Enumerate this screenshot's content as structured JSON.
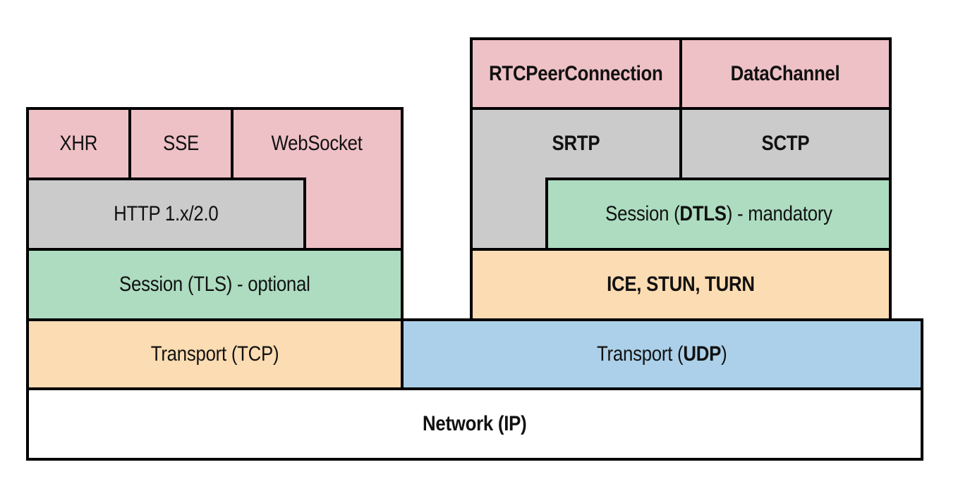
{
  "colors": {
    "pink": "#eec1c6",
    "gray": "#cbcbcb",
    "green": "#addcc0",
    "orange": "#fcdcb2",
    "blue": "#acd0e9",
    "white": "#ffffff",
    "border": "#000000"
  },
  "left_stack": {
    "xhr": "XHR",
    "sse": "SSE",
    "websocket": "WebSocket",
    "http": "HTTP 1.x/2.0",
    "tls": "Session (TLS) - optional",
    "tcp": "Transport (TCP)"
  },
  "right_stack": {
    "rtcpeerconnection": "RTCPeerConnection",
    "datachannel": "DataChannel",
    "srtp": "SRTP",
    "sctp": "SCTP",
    "dtls_prefix": "Session (",
    "dtls_bold": "DTLS",
    "dtls_suffix": ") - mandatory",
    "ice": "ICE, STUN, TURN"
  },
  "shared": {
    "udp_prefix": "Transport (",
    "udp_bold": "UDP",
    "udp_suffix": ")",
    "network": "Network (IP)"
  }
}
